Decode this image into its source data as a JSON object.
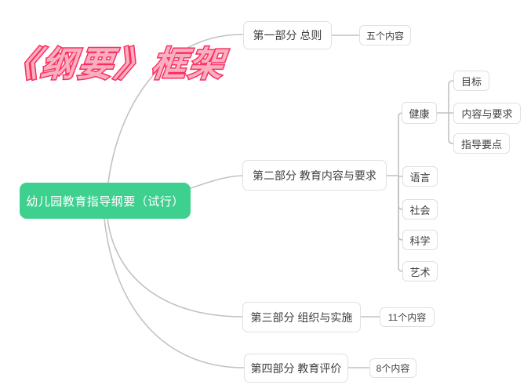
{
  "title": "《纲要》框架",
  "colors": {
    "root_bg": "#3ed08f",
    "root_text": "#ffffff",
    "title_fill": "#f9aec1",
    "title_stroke": "#fa2e5d",
    "connector": "#c2c2c2",
    "node_border": "#e0e0e3",
    "node_text": "#3d3f42",
    "background": "#ffffff"
  },
  "mindmap": {
    "root": {
      "label": "幼儿园教育指导纲要（试行）"
    },
    "branches": [
      {
        "label": "第一部分 总则",
        "children": [
          {
            "label": "五个内容"
          }
        ]
      },
      {
        "label": "第二部分 教育内容与要求",
        "children": [
          {
            "label": "健康",
            "children": [
              {
                "label": "目标"
              },
              {
                "label": "内容与要求"
              },
              {
                "label": "指导要点"
              }
            ]
          },
          {
            "label": "语言"
          },
          {
            "label": "社会"
          },
          {
            "label": "科学"
          },
          {
            "label": "艺术"
          }
        ]
      },
      {
        "label": "第三部分 组织与实施",
        "children": [
          {
            "label": "11个内容"
          }
        ]
      },
      {
        "label": "第四部分 教育评价",
        "children": [
          {
            "label": "8个内容"
          }
        ]
      }
    ]
  }
}
